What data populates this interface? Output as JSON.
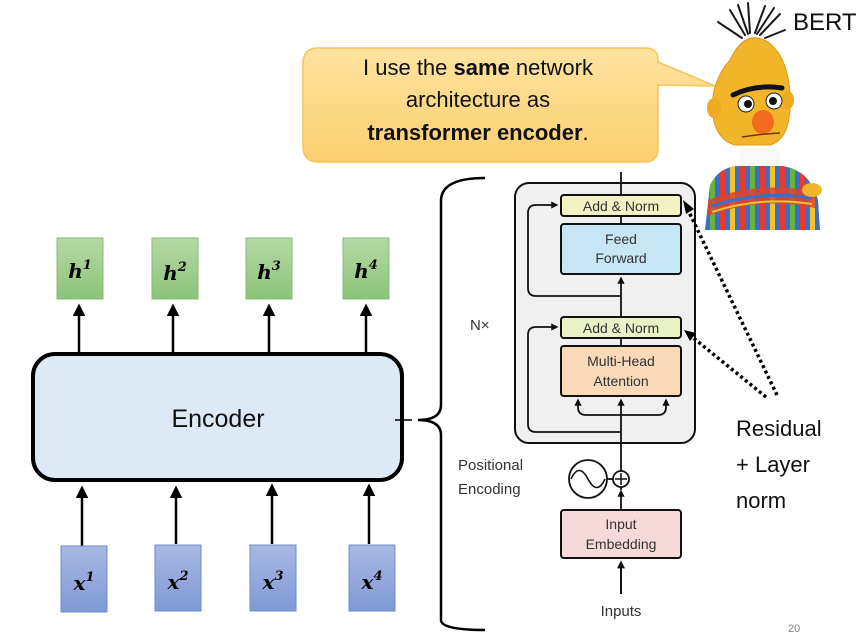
{
  "speech_bubble": {
    "line1_pre": "I use the ",
    "line1_bold": "same",
    "line1_post": " network",
    "line2": "architecture as",
    "line3_bold": "transformer encoder",
    "line3_post": "."
  },
  "character": {
    "name": "BERT"
  },
  "left_diagram": {
    "encoder_label": "Encoder",
    "outputs": [
      {
        "base": "h",
        "sup": "1"
      },
      {
        "base": "h",
        "sup": "2"
      },
      {
        "base": "h",
        "sup": "3"
      },
      {
        "base": "h",
        "sup": "4"
      }
    ],
    "inputs": [
      {
        "base": "x",
        "sup": "1"
      },
      {
        "base": "x",
        "sup": "2"
      },
      {
        "base": "x",
        "sup": "3"
      },
      {
        "base": "x",
        "sup": "4"
      }
    ]
  },
  "transformer": {
    "repeat_label": "N×",
    "add_norm_top": "Add & Norm",
    "feed_forward_line1": "Feed",
    "feed_forward_line2": "Forward",
    "add_norm_bottom": "Add & Norm",
    "attention_line1": "Multi-Head",
    "attention_line2": "Attention",
    "positional_line1": "Positional",
    "positional_line2": "Encoding",
    "embedding_line1": "Input",
    "embedding_line2": "Embedding",
    "inputs_label": "Inputs"
  },
  "annotation": {
    "line1": "Residual",
    "line2": "+ Layer",
    "line3": "norm"
  },
  "slide_number": "20",
  "colors": {
    "bubble_fill": "#fdd784",
    "bubble_stroke": "#f5c45a",
    "output_box": "#9fcc8c",
    "input_box": "#8fa5dc",
    "encoder_fill": "#dde9f5",
    "add_norm": "#f2f2c4",
    "feed_forward": "#c6e6f5",
    "attention": "#fad9b8",
    "embedding": "#f7d9d9",
    "block_bg": "#f0f0f0"
  }
}
